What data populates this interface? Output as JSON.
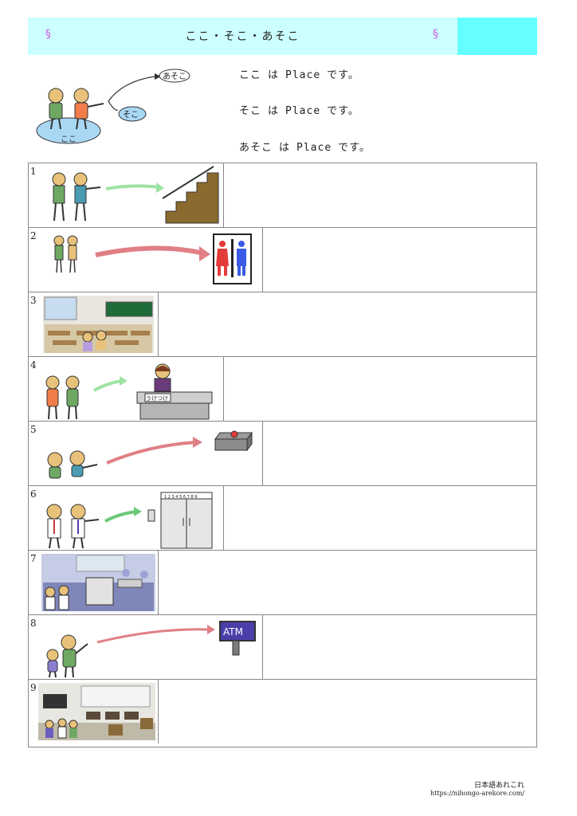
{
  "header": {
    "mark_left": "§",
    "title": "ここ・そこ・あそこ",
    "mark_right": "§"
  },
  "intro": {
    "labels": {
      "koko": "ここ",
      "soko": "そこ",
      "asoko": "あそこ"
    },
    "sentences": [
      {
        "word": "ここ",
        "particle": "は",
        "blank": "Place",
        "end": "です。"
      },
      {
        "word": "そこ",
        "particle": "は",
        "blank": "Place",
        "end": "です。"
      },
      {
        "word": "あそこ",
        "particle": "は",
        "blank": "Place",
        "end": "です。"
      }
    ]
  },
  "rows": [
    {
      "number": "1",
      "icon": "stairs-icon"
    },
    {
      "number": "2",
      "icon": "restroom-sign-icon"
    },
    {
      "number": "3",
      "icon": "classroom-icon"
    },
    {
      "number": "4",
      "icon": "reception-desk-icon",
      "desk_label": "うけつけ"
    },
    {
      "number": "5",
      "icon": "alarm-button-icon"
    },
    {
      "number": "6",
      "icon": "elevator-icon",
      "floor_numbers": "1 2 3 4 5 6 7 8 9"
    },
    {
      "number": "7",
      "icon": "office-icon"
    },
    {
      "number": "8",
      "icon": "atm-icon",
      "sign": "ATM"
    },
    {
      "number": "9",
      "icon": "meeting-room-icon"
    }
  ],
  "footer": {
    "brand": "日本語あれこれ",
    "url": "https://nihongo-arekore.com/"
  },
  "colors": {
    "header_bg": "#ccffff",
    "header_accent": "#66ffff",
    "mark": "#d15bd8",
    "arrow_green": "#9fe3a3",
    "arrow_red": "#e07f85"
  }
}
